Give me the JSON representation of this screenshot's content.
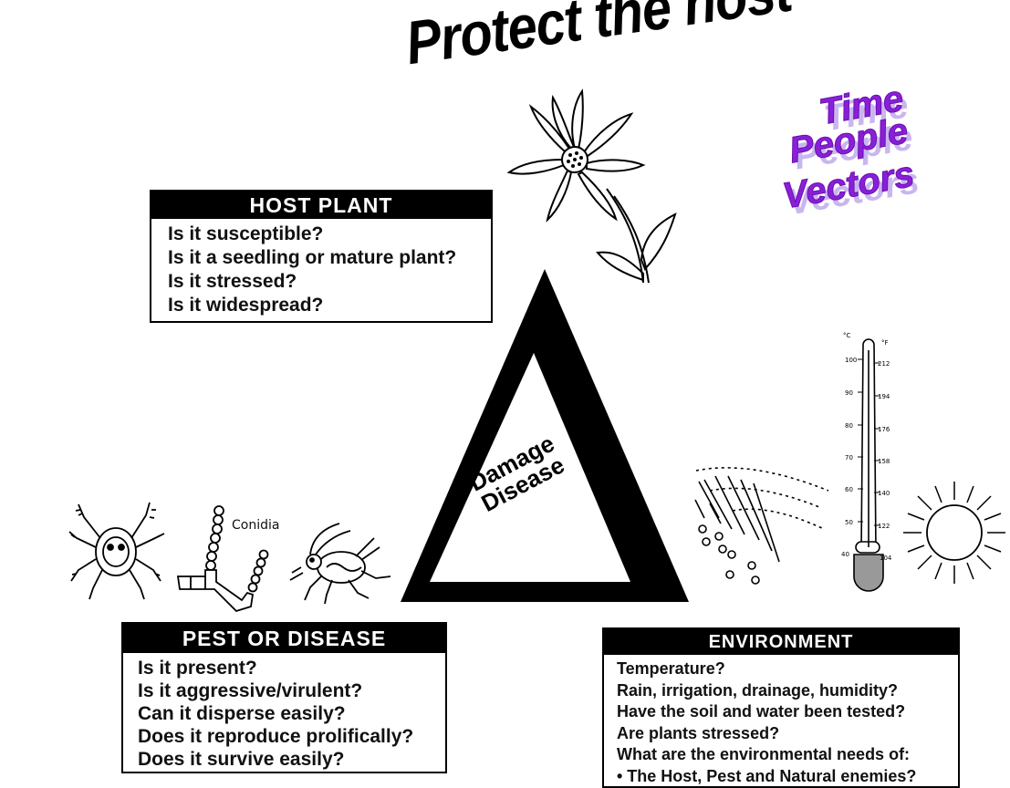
{
  "title": "Protect the host",
  "tpv": [
    "Time",
    "People",
    "Vectors"
  ],
  "center": {
    "line1": "Damage",
    "line2": "Disease"
  },
  "host_plant": {
    "heading": "HOST PLANT",
    "items": [
      "Is it susceptible?",
      "Is it a seedling or mature plant?",
      "Is it stressed?",
      "Is it widespread?"
    ]
  },
  "pest_disease": {
    "heading": "PEST OR DISEASE",
    "items": [
      "Is it present?",
      "Is it aggressive/virulent?",
      "Can it disperse easily?",
      "Does it reproduce prolifically?",
      "Does it survive easily?"
    ]
  },
  "environment": {
    "heading": "ENVIRONMENT",
    "items": [
      "Temperature?",
      "Rain, irrigation, drainage, humidity?",
      "Have the soil and water been tested?",
      "Are plants stressed?",
      "What are the environmental needs of:",
      "•  The Host, Pest and Natural enemies?"
    ]
  },
  "conidia_label": "Conidia",
  "thermometer": {
    "c_unit": "°C",
    "f_unit": "°F",
    "c_ticks": [
      "100",
      "90",
      "80",
      "70",
      "60",
      "50",
      "40"
    ],
    "f_ticks": [
      "212",
      "194",
      "176",
      "158",
      "140",
      "122",
      "104"
    ]
  },
  "colors": {
    "accent": "#8a1fd8",
    "shadow": "#c9b6ee",
    "ink": "#000000"
  },
  "icons": [
    "flower-icon",
    "mite-icon",
    "fungus-icon",
    "aphid-icon",
    "rain-icon",
    "thermometer-icon",
    "sun-icon"
  ]
}
